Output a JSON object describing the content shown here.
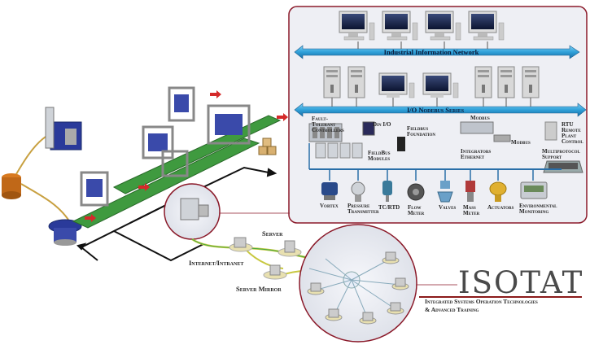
{
  "network_panel": {
    "industrial_network_label": "Industrial Information Network",
    "io_series_label": "I/O Nodebus Series"
  },
  "controller_labels": {
    "fault_tolerant": "Fault-Tolerant Controllers",
    "din_io": "Din I/O",
    "fieldbus_foundation": "Fieldbus Foundation",
    "modbus": "Modbus",
    "rtu": "RTU Remote Plant Control",
    "fieldbus_modules": "FieldBus Modules",
    "integrators_ethernet": "Integrators Ethernet",
    "modbus2": "Modbus",
    "multiprotocol": "Multiprotocol Support"
  },
  "devices": [
    {
      "label": "Vortex"
    },
    {
      "label": "Pressure Transmitter"
    },
    {
      "label": "TC/RTD"
    },
    {
      "label": "Flow Meter"
    },
    {
      "label": "Valves"
    },
    {
      "label": "Mass Meter"
    },
    {
      "label": "Actuators"
    },
    {
      "label": "Environmental Monitoring"
    }
  ],
  "network_labels": {
    "server": "Server",
    "internet": "Internet/Intranet",
    "server_mirror": "Server Mirror"
  },
  "brand": {
    "name": "ISOTAT",
    "tagline_1": "Integrated Systems Operation Technologies",
    "tagline_2": "& Advanced Training"
  },
  "colors": {
    "panel_bg": "#eeeff4",
    "panel_border": "#8b1a2a",
    "network_bar": "#2fa0d8",
    "conveyor_green": "#3f9a3f",
    "brand_accent": "#8b1a1a"
  }
}
